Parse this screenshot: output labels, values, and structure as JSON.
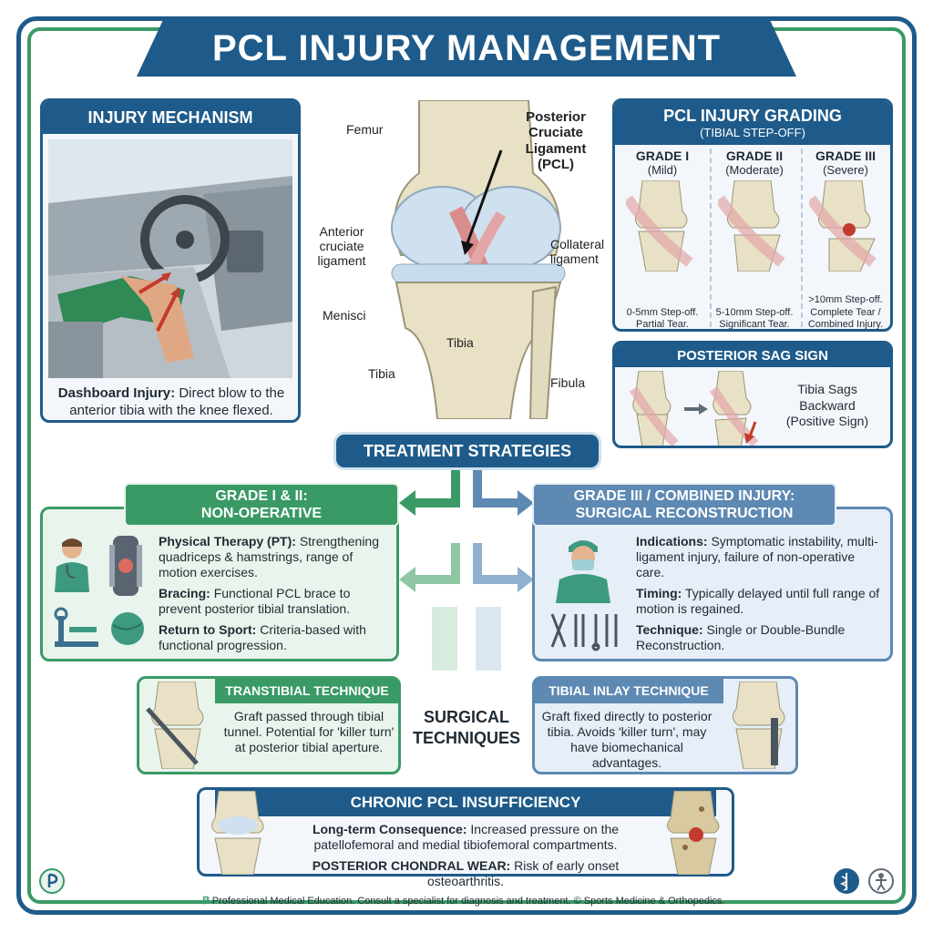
{
  "title": "PCL INJURY MANAGEMENT",
  "mechanism": {
    "heading": "INJURY MECHANISM",
    "caption_bold": "Dashboard Injury:",
    "caption_text": "Direct blow to the anterior tibia with the knee flexed."
  },
  "anatomy": {
    "femur": "Femur",
    "pcl": "Posterior Cruciate Ligament (PCL)",
    "acl": "Anterior cruciate ligament",
    "collateral": "Collateral ligament",
    "menisci": "Menisci",
    "tibia_inner": "Tibia",
    "tibia_outer": "Tibia",
    "fibula": "Fibula"
  },
  "grading": {
    "heading": "PCL INJURY GRADING",
    "subheading": "(TIBIAL STEP-OFF)",
    "grades": [
      {
        "title": "GRADE I",
        "sub": "(Mild)",
        "caption": "0-5mm Step-off. Partial Tear."
      },
      {
        "title": "GRADE II",
        "sub": "(Moderate)",
        "caption": "5-10mm Step-off. Significant Tear."
      },
      {
        "title": "GRADE III",
        "sub": "(Severe)",
        "caption": ">10mm Step-off. Complete Tear / Combined Injury."
      }
    ]
  },
  "sag": {
    "heading": "POSTERIOR SAG SIGN",
    "caption": "Tibia Sags Backward (Positive Sign)"
  },
  "treatment": {
    "heading": "TREATMENT STRATEGIES"
  },
  "nonop": {
    "heading_line1": "GRADE I & II:",
    "heading_line2": "NON-OPERATIVE",
    "pt_bold": "Physical Therapy (PT):",
    "pt_text": "Strengthening quadriceps & hamstrings, range of motion exercises.",
    "brace_bold": "Bracing:",
    "brace_text": "Functional PCL brace to prevent posterior tibial translation.",
    "rts_bold": "Return to Sport:",
    "rts_text": "Criteria-based with functional progression."
  },
  "surgical": {
    "heading_line1": "GRADE III / COMBINED INJURY:",
    "heading_line2": "SURGICAL RECONSTRUCTION",
    "ind_bold": "Indications:",
    "ind_text": "Symptomatic instability, multi-ligament injury, failure of non-operative care.",
    "timing_bold": "Timing:",
    "timing_text": "Typically delayed until full range of motion is regained.",
    "tech_bold": "Technique:",
    "tech_text": "Single or Double-Bundle Reconstruction."
  },
  "techniques": {
    "center_label": "SURGICAL TECHNIQUES",
    "transtibial_heading": "TRANSTIBIAL TECHNIQUE",
    "transtibial_text": "Graft passed through tibial tunnel. Potential for 'killer turn' at posterior tibial aperture.",
    "inlay_heading": "TIBIAL INLAY TECHNIQUE",
    "inlay_text": "Graft fixed directly to posterior tibia. Avoids 'killer turn', may have biomechanical advantages."
  },
  "chronic": {
    "heading": "CHRONIC PCL INSUFFICIENCY",
    "lt_bold": "Long-term Consequence:",
    "lt_text": "Increased pressure on the patellofemoral and medial tibiofemoral compartments.",
    "wear_bold": "POSTERIOR CHONDRAL WEAR:",
    "wear_text": "Risk of early onset osteoarthritis."
  },
  "footer": {
    "text": "Professional Medical Education. Consult a specialist for diagnosis and treatment. © Sports Medicine & Orthopedics."
  },
  "colors": {
    "navy": "#1e5b8a",
    "green": "#3a9a66",
    "light_green": "#e8f4ec",
    "light_blue": "#e6eef7"
  }
}
